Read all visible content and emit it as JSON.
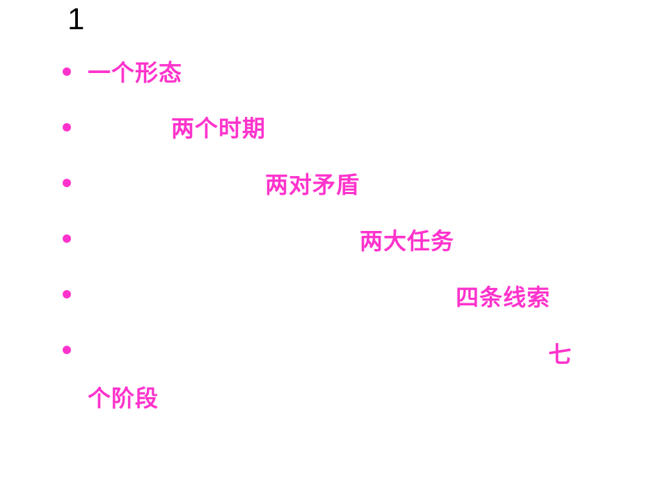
{
  "slide": {
    "number": "1",
    "accent_color": "#ff33cc",
    "bullet_icon": "bullet-dot",
    "items": [
      {
        "text": "一个形态"
      },
      {
        "text": "两个时期"
      },
      {
        "text": "两对矛盾"
      },
      {
        "text": "两大任务"
      },
      {
        "text": "四条线索"
      },
      {
        "text": "七",
        "continuation": "个阶段"
      }
    ]
  }
}
